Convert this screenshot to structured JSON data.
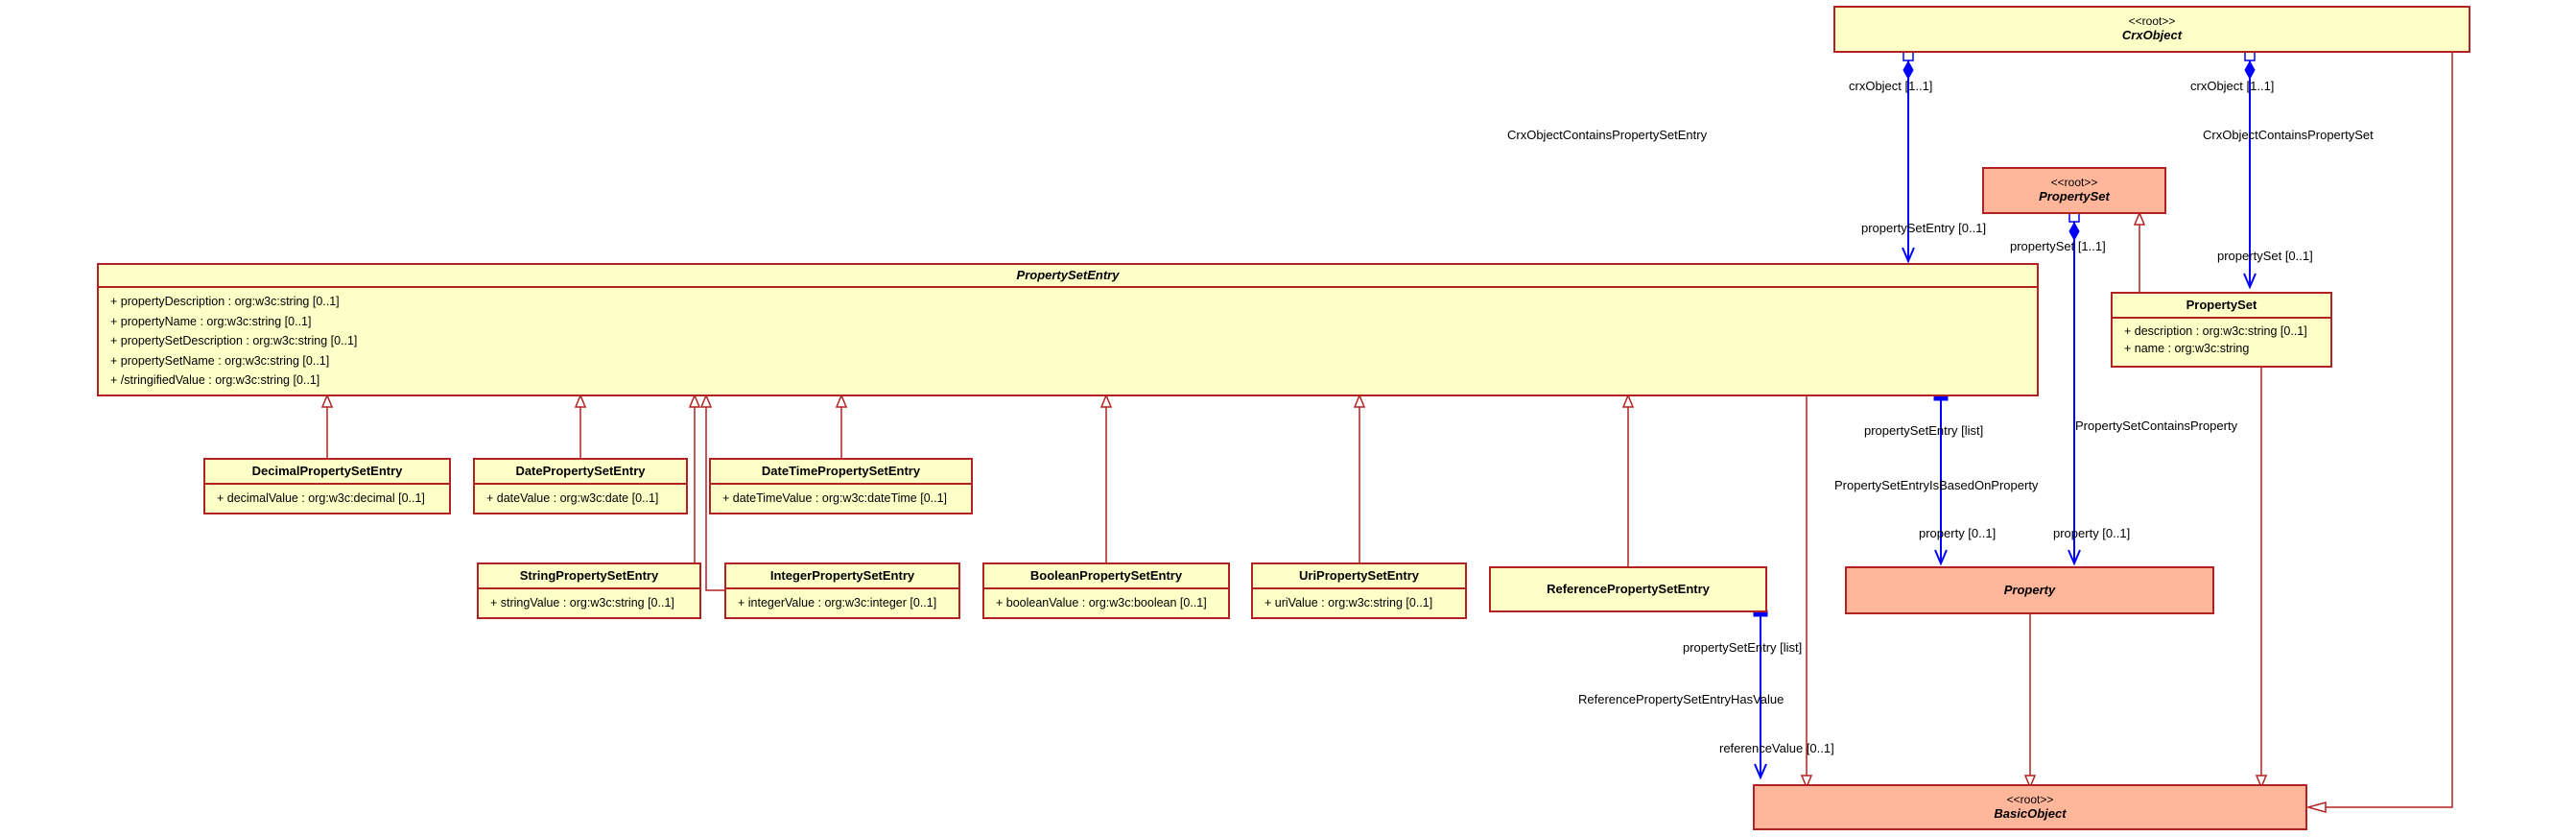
{
  "stereotype": "<<root>>",
  "classes": {
    "crx_object": {
      "name": "CrxObject"
    },
    "property_set_root": {
      "name": "PropertySet"
    },
    "property_set": {
      "name": "PropertySet",
      "attributes": [
        "+ description : org:w3c:string [0..1]",
        "+ name : org:w3c:string"
      ]
    },
    "property_set_entry": {
      "name": "PropertySetEntry",
      "attributes": [
        "+ propertyDescription : org:w3c:string [0..1]",
        "+ propertyName : org:w3c:string [0..1]",
        "+ propertySetDescription : org:w3c:string [0..1]",
        "+ propertySetName : org:w3c:string [0..1]",
        "+ /stringifiedValue : org:w3c:string [0..1]"
      ]
    },
    "decimal_entry": {
      "name": "DecimalPropertySetEntry",
      "attributes": [
        "+ decimalValue : org:w3c:decimal [0..1]"
      ]
    },
    "date_entry": {
      "name": "DatePropertySetEntry",
      "attributes": [
        "+ dateValue : org:w3c:date [0..1]"
      ]
    },
    "datetime_entry": {
      "name": "DateTimePropertySetEntry",
      "attributes": [
        "+ dateTimeValue : org:w3c:dateTime [0..1]"
      ]
    },
    "string_entry": {
      "name": "StringPropertySetEntry",
      "attributes": [
        "+ stringValue : org:w3c:string [0..1]"
      ]
    },
    "integer_entry": {
      "name": "IntegerPropertySetEntry",
      "attributes": [
        "+ integerValue : org:w3c:integer [0..1]"
      ]
    },
    "boolean_entry": {
      "name": "BooleanPropertySetEntry",
      "attributes": [
        "+ booleanValue : org:w3c:boolean [0..1]"
      ]
    },
    "uri_entry": {
      "name": "UriPropertySetEntry",
      "attributes": [
        "+ uriValue : org:w3c:string [0..1]"
      ]
    },
    "reference_entry": {
      "name": "ReferencePropertySetEntry"
    },
    "property": {
      "name": "Property"
    },
    "basic_object": {
      "name": "BasicObject"
    }
  },
  "associations": {
    "crx_contains_entry": {
      "name": "CrxObjectContainsPropertySetEntry",
      "source_role": "crxObject [1..1]",
      "target_role": "propertySetEntry [0..1]"
    },
    "crx_contains_set": {
      "name": "CrxObjectContainsPropertySet",
      "source_role": "crxObject [1..1]",
      "target_role": "propertySet [0..1]"
    },
    "set_contains_property": {
      "name": "PropertySetContainsProperty",
      "source_role": "propertySet [1..1]",
      "target_role": "property [0..1]"
    },
    "entry_based_on_property": {
      "name": "PropertySetEntryIsBasedOnProperty",
      "source_role": "propertySetEntry [list]",
      "target_role": "property [0..1]"
    },
    "reference_has_value": {
      "name": "ReferencePropertySetEntryHasValue",
      "source_role": "propertySetEntry [list]",
      "target_role": "referenceValue [0..1]"
    }
  },
  "colors": {
    "class_fill": "#ffffc8",
    "root_fill": "#ffb69a",
    "border": "#b22222",
    "association": "#0000ff"
  }
}
